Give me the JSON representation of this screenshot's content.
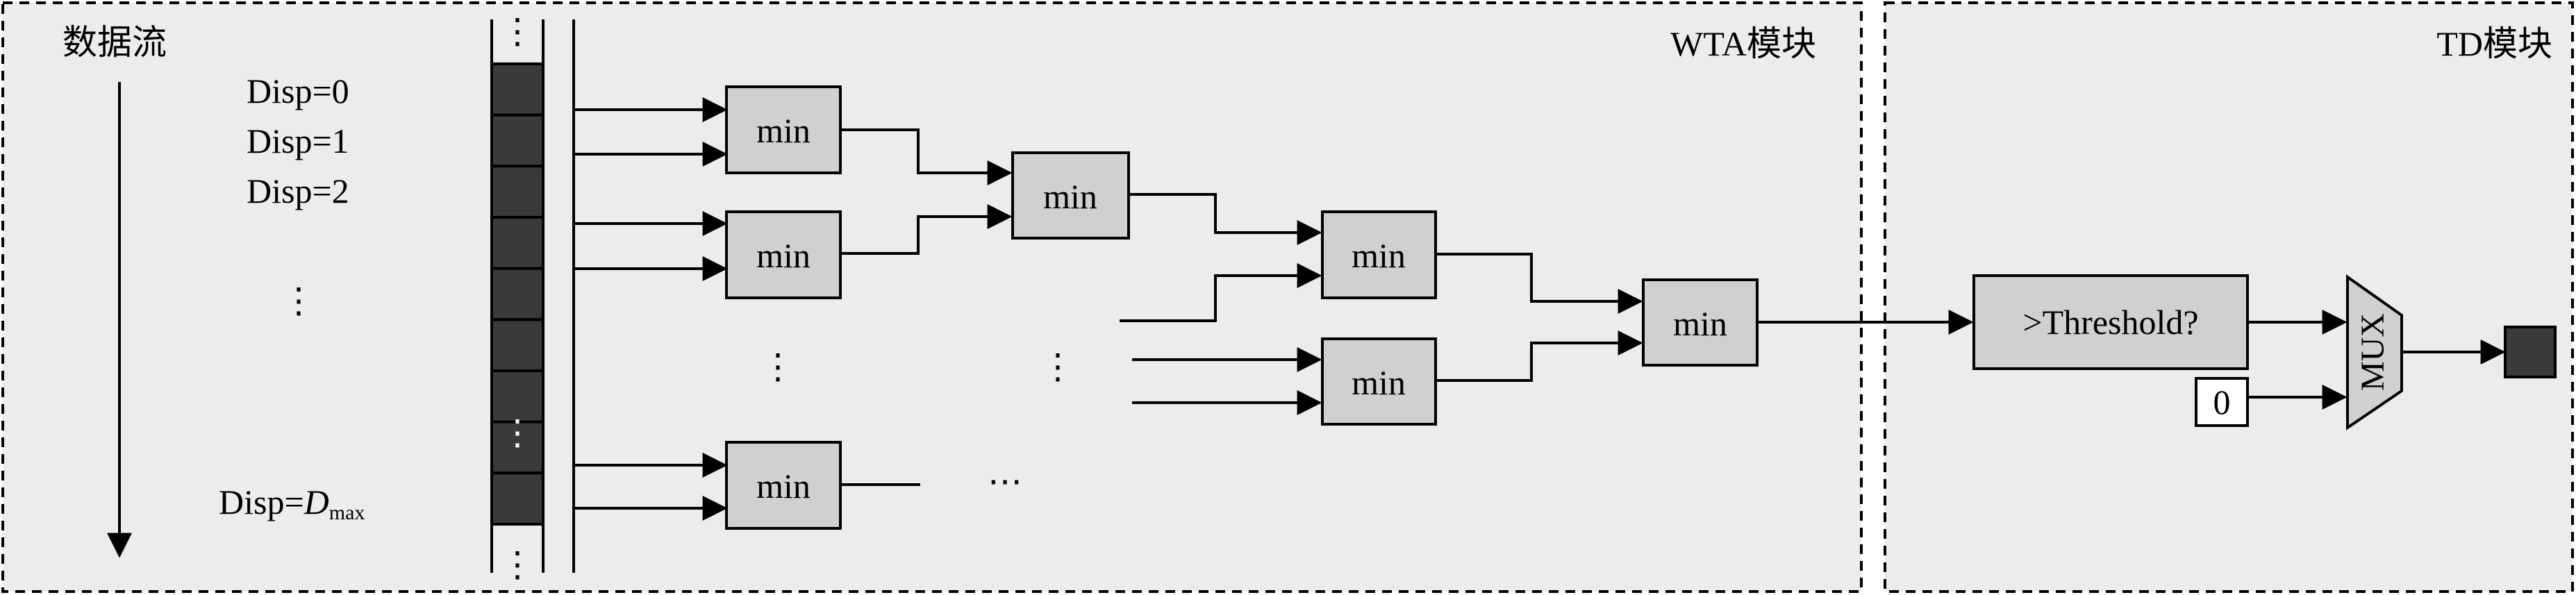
{
  "modules": {
    "wta": {
      "label": "WTA模块"
    },
    "td": {
      "label": "TD模块"
    }
  },
  "dataflow": {
    "label": "数据流",
    "disp_labels": [
      "Disp=0",
      "Disp=1",
      "Disp=2"
    ],
    "dmax_prefix": "Disp=",
    "dmax_var": "D",
    "dmax_sub": "max"
  },
  "ellipsis": {
    "vertical": "⋮",
    "horizontal": "⋯"
  },
  "min_label": "min",
  "threshold_label": ">Threshold?",
  "mux_label": "MUX",
  "zero_label": "0",
  "colors": {
    "panel_fill": "#ececec",
    "box_fill": "#d0d0d0",
    "cell_fill": "#3a3a3a",
    "output_fill": "#3a3a3a",
    "stroke": "#000000"
  }
}
